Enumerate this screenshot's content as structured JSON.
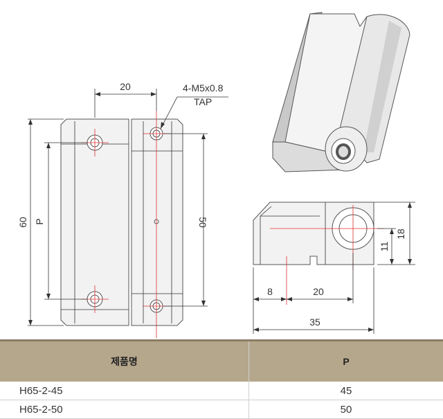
{
  "drawing": {
    "dims": {
      "top_width": "20",
      "tap_line1": "4-M5x0.8",
      "tap_line2": "TAP",
      "height_total": "60",
      "height_p": "P",
      "hole_pitch": "50",
      "side_h1": "11",
      "side_h2": "18",
      "side_w1": "8",
      "side_w2": "20",
      "side_total": "35"
    }
  },
  "table": {
    "headers": [
      "제품명",
      "P"
    ],
    "rows": [
      [
        "H65-2-45",
        "45"
      ],
      [
        "H65-2-50",
        "50"
      ]
    ]
  },
  "colors": {
    "header_bg": "#b5a78c",
    "center_line": "#e03030"
  }
}
